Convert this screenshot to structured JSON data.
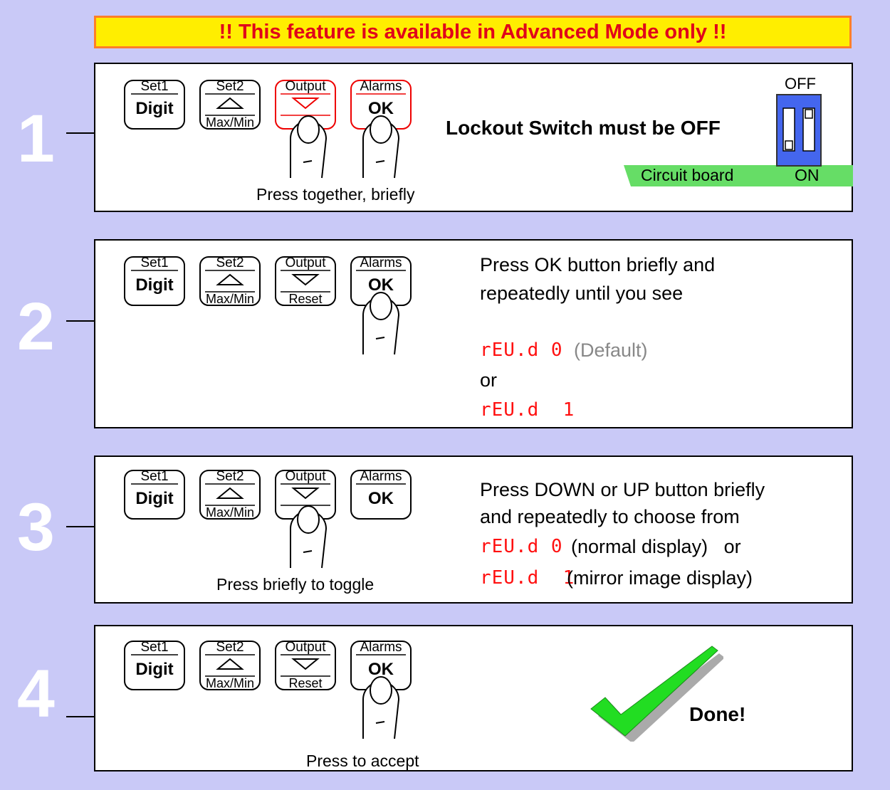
{
  "banner": "!!  This feature is available in Advanced Mode only  !!",
  "keys": {
    "set1": "Set1",
    "digit": "Digit",
    "set2": "Set2",
    "maxmin": "Max/Min",
    "output": "Output",
    "reset": "Reset",
    "alarms": "Alarms",
    "ok": "OK"
  },
  "steps": [
    {
      "number": "1",
      "caption": "Press together, briefly",
      "lockout": "Lockout Switch must be OFF",
      "switch_off": "OFF",
      "switch_on": "ON",
      "board": "Circuit board"
    },
    {
      "number": "2",
      "line1": "Press OK button briefly and",
      "line2": "repeatedly until you see",
      "disp0": "rEU.d 0",
      "default": "(Default)",
      "or": "or",
      "disp1": "rEU.d  1"
    },
    {
      "number": "3",
      "caption": "Press briefly to toggle",
      "line1": "Press DOWN or UP  button briefly",
      "line2": "and repeatedly to choose from",
      "disp0": "rEU.d 0",
      "opt0": "(normal display)   or",
      "disp1": "rEU.d  1",
      "opt1": "(mirror image display)"
    },
    {
      "number": "4",
      "caption": "Press to accept",
      "done": "Done!"
    }
  ],
  "colors": {
    "background": "#c9c9f7",
    "banner": "#ffee00",
    "banner_text": "#e0001b",
    "display": "#ff1010",
    "check": "#22dd22",
    "switch": "#4466ee",
    "board": "#66dd66"
  }
}
